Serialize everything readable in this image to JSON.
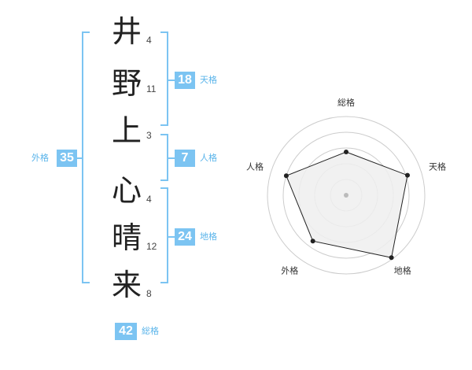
{
  "characters": [
    {
      "char": "井",
      "strokes": "4"
    },
    {
      "char": "野",
      "strokes": "11"
    },
    {
      "char": "上",
      "strokes": "3"
    },
    {
      "char": "心",
      "strokes": "4"
    },
    {
      "char": "晴",
      "strokes": "12"
    },
    {
      "char": "来",
      "strokes": "8"
    }
  ],
  "kaku": {
    "tenkaku": {
      "value": "18",
      "label": "天格"
    },
    "jinkaku": {
      "value": "7",
      "label": "人格"
    },
    "chikaku": {
      "value": "24",
      "label": "地格"
    },
    "gaikaku": {
      "value": "35",
      "label": "外格"
    },
    "soukaku": {
      "value": "42",
      "label": "総格"
    }
  },
  "radar": {
    "axes": [
      "総格",
      "天格",
      "地格",
      "外格",
      "人格"
    ],
    "levels": 5,
    "values": [
      0.55,
      0.82,
      0.98,
      0.72,
      0.8
    ],
    "colors": {
      "fill": "#eeeeee",
      "stroke": "#222222",
      "grid": "#cccccc"
    }
  },
  "colors": {
    "accent": "#7cc4f2"
  }
}
